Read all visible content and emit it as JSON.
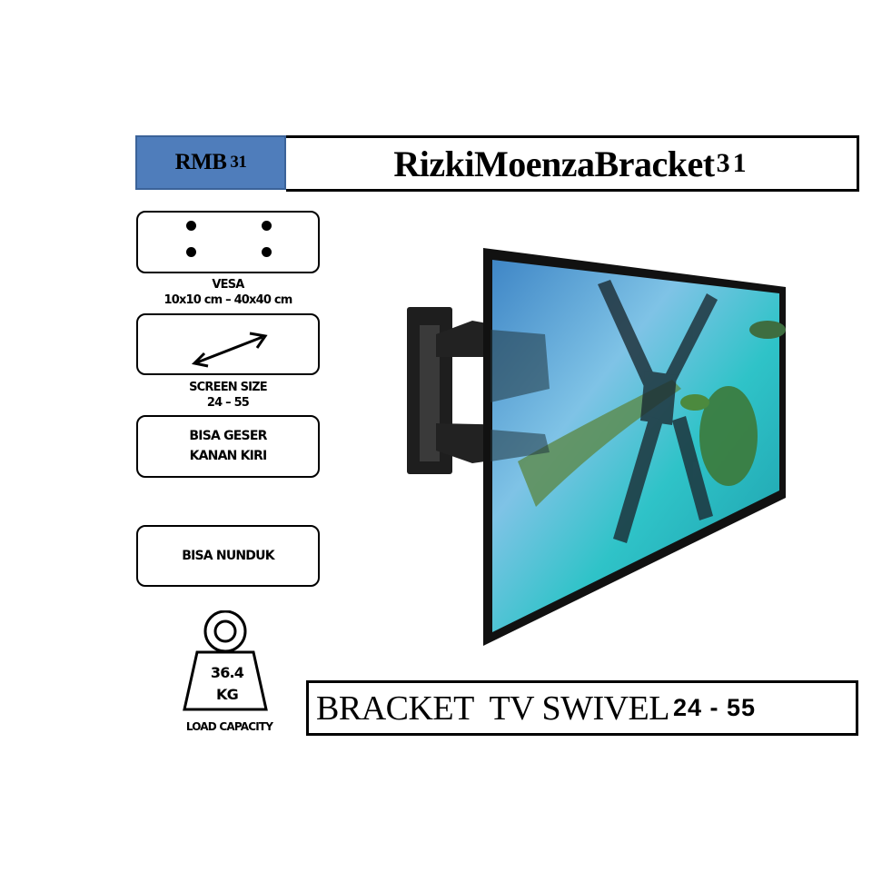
{
  "header": {
    "code_label": "RMB",
    "code_number": "31",
    "title_text": "RizkiMoenzaBracket",
    "title_number": "31",
    "code_tile_color": "#4f7dbb"
  },
  "features": [
    {
      "icon": "vesa-holes-icon",
      "caption_line1": "VESA",
      "caption_line2": "10x10 cm – 40x40 cm"
    },
    {
      "icon": "diagonal-arrow-icon",
      "caption_line1": "SCREEN SIZE",
      "caption_line2": "24 – 55"
    },
    {
      "label_line1": "BISA GESER",
      "label_line2": "KANAN KIRI"
    },
    {
      "label_line1": "BISA NUNDUK"
    }
  ],
  "load": {
    "value": "36.4",
    "unit": "KG",
    "caption": "LOAD CAPACITY",
    "icon": "weight-icon"
  },
  "product_image": {
    "alt": "TV mounted on swivel wall bracket showing tropical island on screen"
  },
  "bottom_title": {
    "text": "BRACKET  TV SWIVEL",
    "size_range": "24 - 55"
  }
}
